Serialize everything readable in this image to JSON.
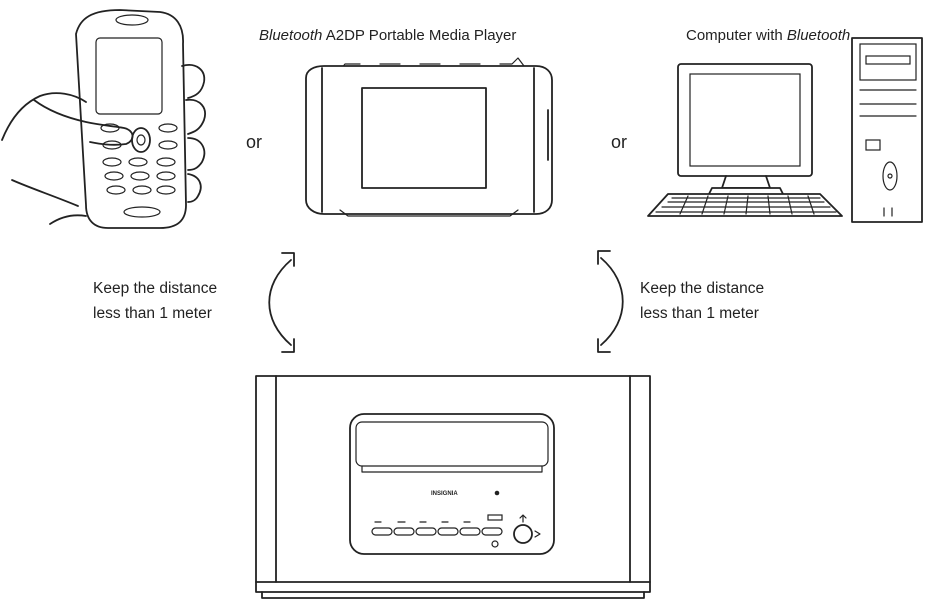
{
  "devices": {
    "media_player_caption_italic": "Bluetooth",
    "media_player_caption_rest": " A2DP Portable Media Player",
    "computer_caption_rest": "Computer with ",
    "computer_caption_italic": "Bluetooth",
    "or_left": "or",
    "or_right": "or"
  },
  "distance_notes": {
    "left": {
      "line1": "Keep the distance",
      "line2": "less than 1 meter"
    },
    "right": {
      "line1": "Keep the distance",
      "line2": "less than 1 meter"
    }
  },
  "speaker": {
    "brand": "INSIGNIA"
  }
}
